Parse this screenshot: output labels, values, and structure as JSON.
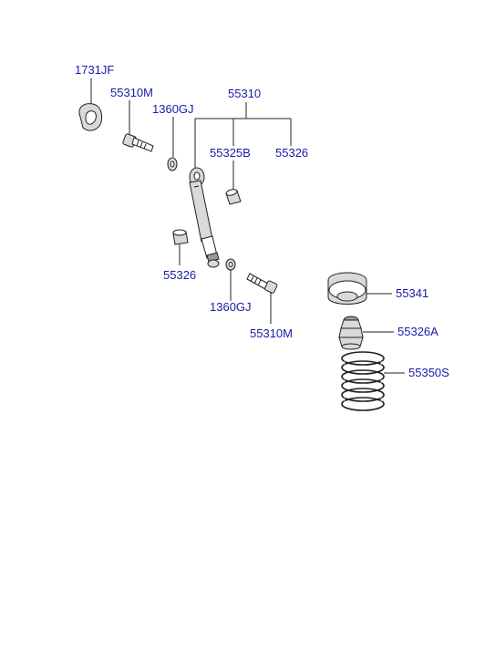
{
  "callouts": {
    "bushing_seal": "1731JF",
    "bolt_upper": "55310M",
    "washer_upper": "1360GJ",
    "shock_absorber_assy": "55310",
    "bushing_b": "55325B",
    "bushing_upper_right": "55326",
    "bushing_lower_left": "55326",
    "washer_lower": "1360GJ",
    "bolt_lower": "55310M",
    "spring_pad": "55341",
    "bumper_stopper": "55326A",
    "coil_spring": "55350S"
  }
}
